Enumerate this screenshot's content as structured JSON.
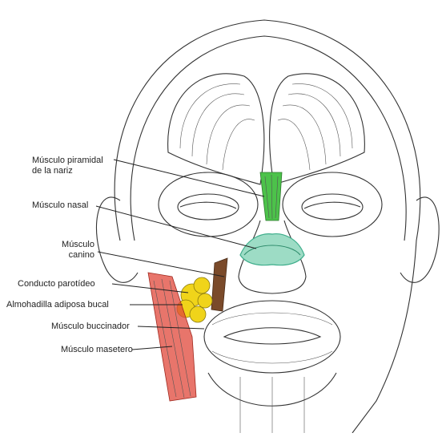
{
  "labels": {
    "piramidal_line1": "Músculo piramidal",
    "piramidal_line2": "de la nariz",
    "nasal": "Músculo nasal",
    "canino_line1": "Músculo",
    "canino_line2": "canino",
    "conducto": "Conducto parotídeo",
    "almohadilla": "Almohadilla adiposa bucal",
    "buccinador": "Músculo buccinador",
    "masetero": "Músculo masetero"
  },
  "colors": {
    "piramidal": "#4cc24a",
    "nasal": "#3fae8c",
    "canino": "#7a4a2a",
    "parotid_fat": "#f0d41a",
    "masetero": "#e0473a",
    "line": "#222222"
  }
}
